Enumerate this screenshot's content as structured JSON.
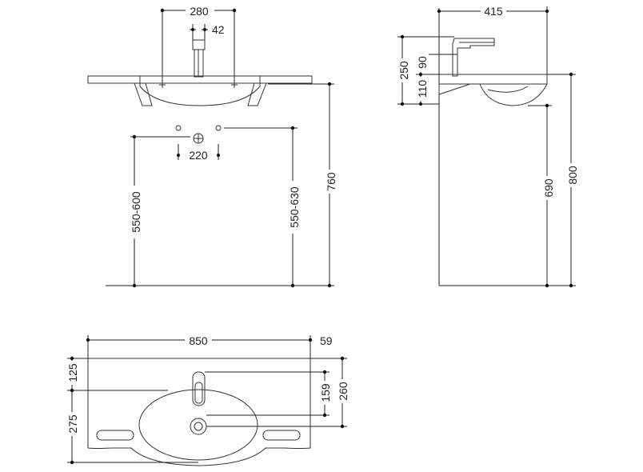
{
  "front_view": {
    "dim_hole_spacing": "280",
    "dim_tap_width": "42",
    "dim_bracket_spacing": "220",
    "dim_left_height": "550-600",
    "dim_right_height": "550-630",
    "dim_total_height": "760"
  },
  "side_view": {
    "dim_depth": "415",
    "dim_tap_height": "250",
    "dim_tap_offset": "90",
    "dim_basin_thickness": "110",
    "dim_underside_height": "690",
    "dim_rim_height": "800"
  },
  "top_view": {
    "dim_width": "850",
    "dim_rim_offset": "59",
    "dim_back_depth": "125",
    "dim_front_depth": "275",
    "dim_tap_to_drain": "159",
    "dim_drain_depth": "260"
  }
}
